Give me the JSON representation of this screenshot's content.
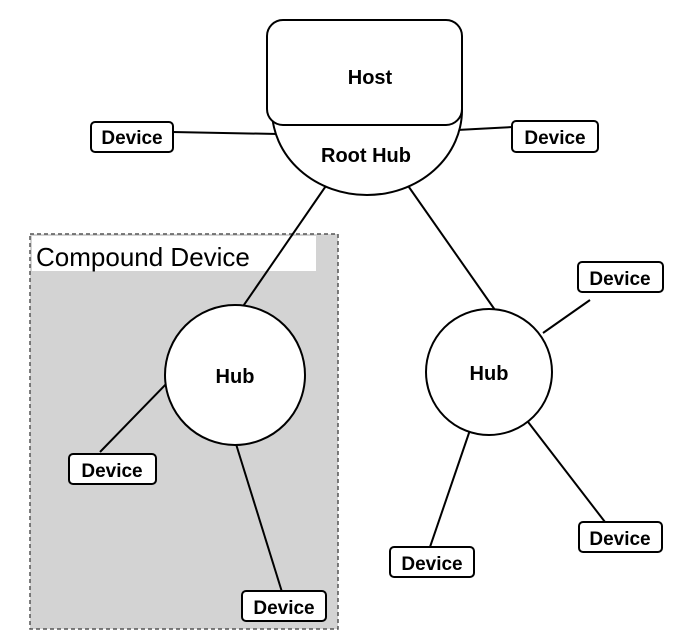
{
  "diagram": {
    "nodes": {
      "host": "Host",
      "root_hub": "Root Hub",
      "hub_left": "Hub",
      "hub_right": "Hub"
    },
    "devices": {
      "top_left": "Device",
      "top_right": "Device",
      "compound_left": "Device",
      "compound_bottom": "Device",
      "right_top": "Device",
      "right_bottom_left": "Device",
      "right_bottom_right": "Device"
    },
    "group": {
      "label": "Compound Device",
      "fill": "#d3d3d3"
    },
    "colors": {
      "stroke": "#000000",
      "background": "#ffffff"
    }
  }
}
